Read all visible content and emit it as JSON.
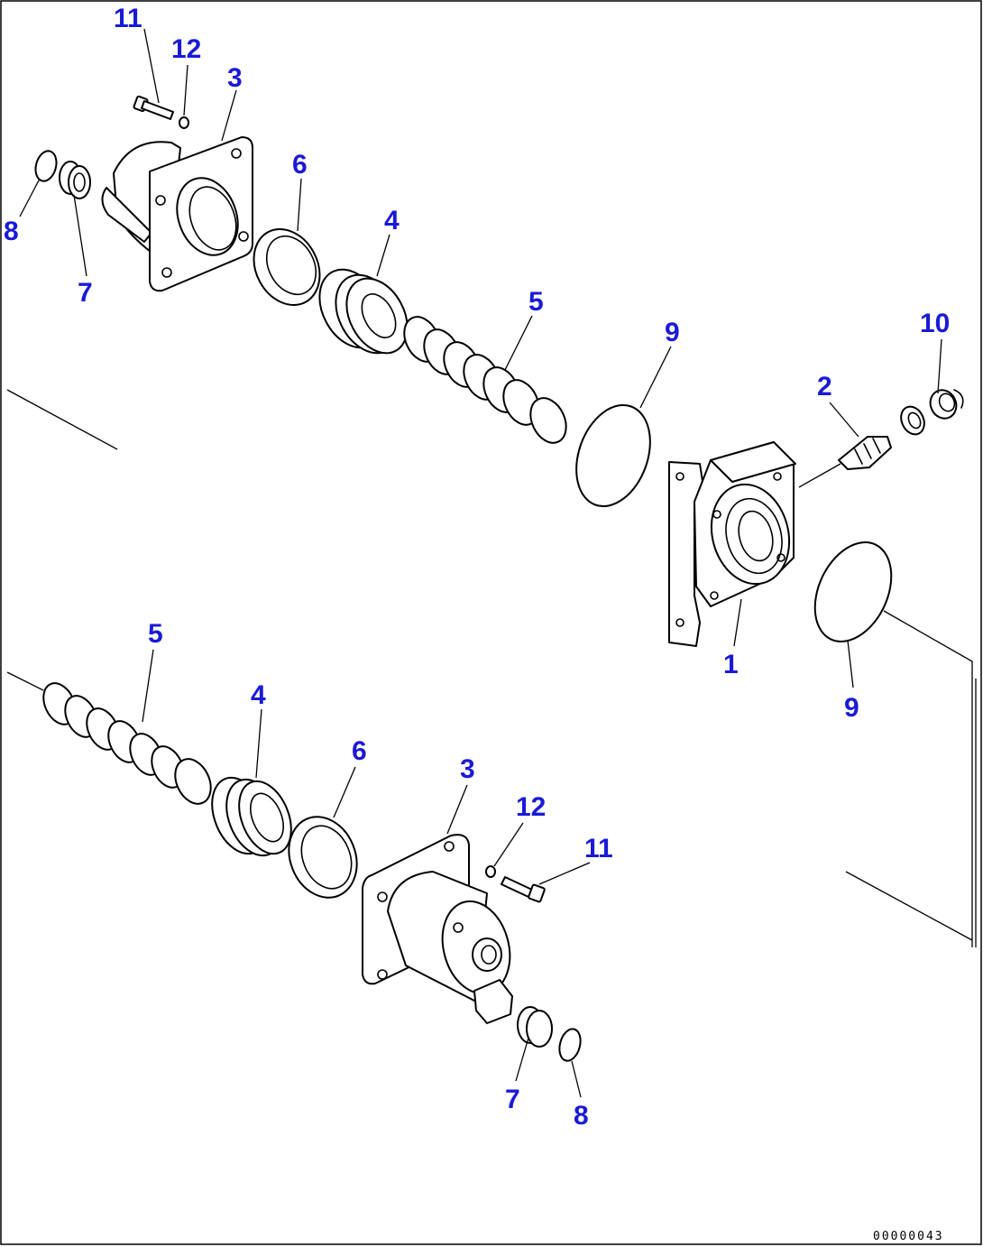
{
  "diagram": {
    "callouts": {
      "c11a": "11",
      "c12a": "12",
      "c3a": "3",
      "c6a": "6",
      "c4a": "4",
      "c8a": "8",
      "c7a": "7",
      "c5a": "5",
      "c9a": "9",
      "c10": "10",
      "c2": "2",
      "c1": "1",
      "c9b": "9",
      "c5b": "5",
      "c4b": "4",
      "c6b": "6",
      "c3b": "3",
      "c12b": "12",
      "c11b": "11",
      "c7b": "7",
      "c8b": "8"
    },
    "drawing_code": "00000043"
  }
}
